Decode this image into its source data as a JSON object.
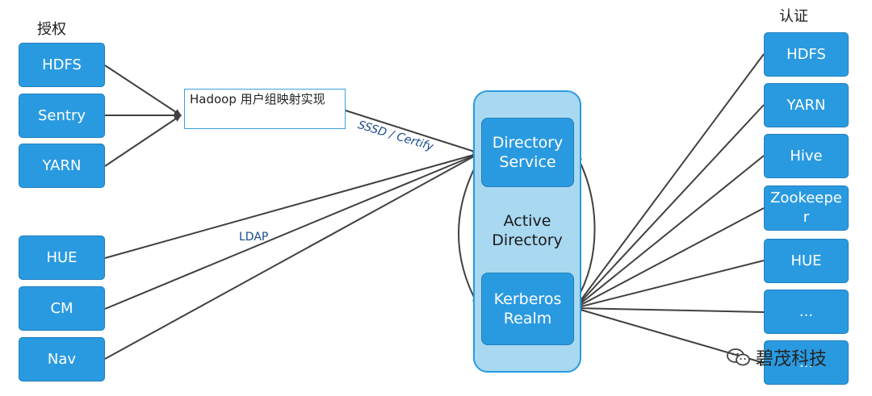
{
  "authorization": {
    "title": "授权",
    "items": [
      "HDFS",
      "Sentry",
      "YARN"
    ]
  },
  "mapping": {
    "label": "Hadoop 用户组映射实现"
  },
  "clients_left": {
    "items": [
      "HUE",
      "CM",
      "Nav"
    ]
  },
  "edge_labels": {
    "sssd": "SSSD / Certify",
    "ldap": "LDAP"
  },
  "active_directory": {
    "label": "Active Directory",
    "directory_service": "Directory Service",
    "kerberos_realm": "Kerberos Realm"
  },
  "authentication": {
    "title": "认证",
    "items": [
      "HDFS",
      "YARN",
      "Hive",
      "Zookeeper",
      "HUE",
      "...",
      "..."
    ]
  },
  "watermark": {
    "text": "碧茂科技",
    "icon": "wechat-icon"
  },
  "colors": {
    "box_fill": "#2a9ae0",
    "box_border": "#1f7fbd",
    "ad_fill": "#a9d8f1",
    "line": "#404040"
  }
}
